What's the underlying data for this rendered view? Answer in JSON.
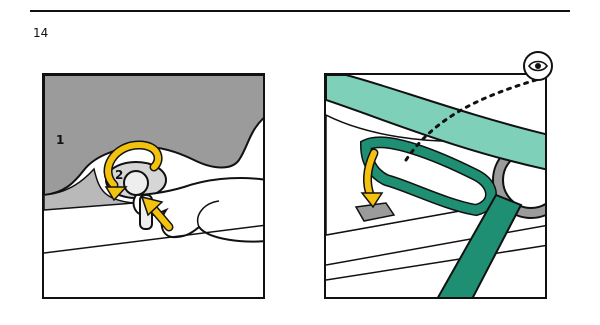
{
  "page": {
    "number": "14"
  },
  "left_panel": {
    "callouts": [
      "1",
      "2"
    ]
  },
  "colors": {
    "strap": "#7fd0b8",
    "strap_dark": "#1f8f74",
    "arrow": "#f2c20f",
    "seat_grey": "#9b9b9b",
    "outline": "#111111"
  },
  "icons": {
    "inspect": "eye-icon"
  }
}
